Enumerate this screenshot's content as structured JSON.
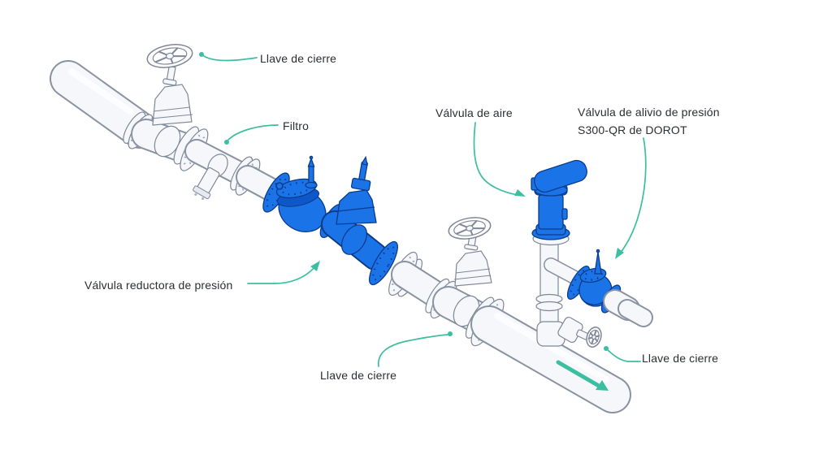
{
  "figure": {
    "type": "isometric-piping-diagram",
    "description": "Pipeline assembly with valves, filter and pressure relief branch",
    "flow_direction": "down-right"
  },
  "labels": {
    "shutoff_top": "Llave de cierre",
    "filter": "Filtro",
    "air_valve": "Válvula de aire",
    "relief_valve_line1": "Válvula de alivio de presión",
    "relief_valve_line2": "S300-QR de DOROT",
    "pressure_reducing_valve": "Válvula reductora de presión",
    "shutoff_middle": "Llave de cierre",
    "shutoff_right": "Llave de cierre"
  },
  "colors": {
    "highlight_blue": "#1a74e8",
    "highlight_blue_dark": "#0e57c8",
    "blue_outline": "#0b3c8c",
    "annotation_teal": "#3cbea1",
    "label_text": "#2b2e33",
    "metal_fill": "#f5f7fb",
    "line_gray": "#7f8897",
    "background": "#ffffff"
  },
  "icons": {
    "flow_arrow": "flow-direction-arrow",
    "leader_dot": "annotation-dot",
    "leader_arrowhead": "annotation-arrowhead"
  }
}
